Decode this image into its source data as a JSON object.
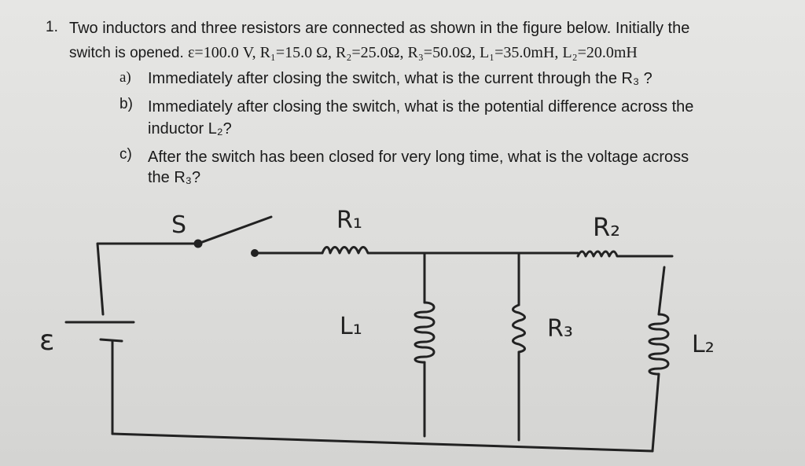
{
  "problem": {
    "number": "1.",
    "intro_line1": "Two inductors and three resistors are connected as shown in the figure below. Initially the",
    "intro_line2_prefix": "switch is opened. ",
    "intro_line2_values": "ε=100.0 V, R₁=15.0 Ω, R₂=25.0Ω, R₃=50.0Ω, L₁=35.0mH, L₂=20.0mH",
    "part_a": {
      "label": "a)",
      "text": "Immediately after closing the switch, what is the current through the R₃ ?"
    },
    "part_b": {
      "label": "b)",
      "text_line1": "Immediately after closing the switch, what is the potential difference across the",
      "text_line2": "inductor L₂?"
    },
    "part_c": {
      "label": "c)",
      "text_line1": "After the switch has been closed for very long time, what is the voltage across",
      "text_line2": "the R₃?"
    }
  },
  "circuit": {
    "switch_label": "S",
    "r1_label": "R₁",
    "r2_label": "R₂",
    "r3_label": "R₃",
    "l1_label": "L₁",
    "l2_label": "L₂",
    "emf_label": "ε"
  }
}
